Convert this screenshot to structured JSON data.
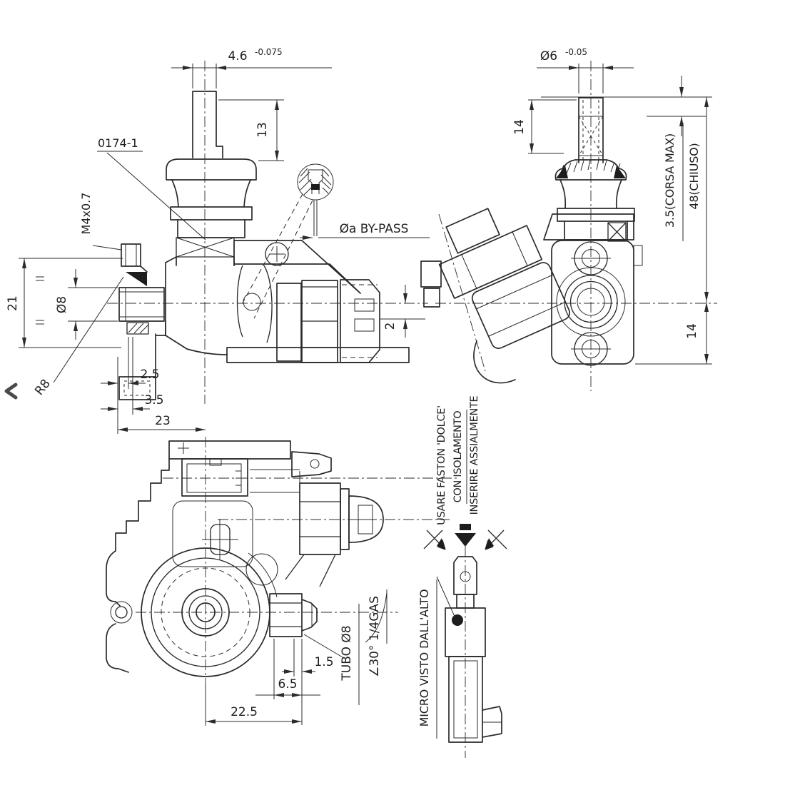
{
  "drawing": {
    "colors": {
      "line": "#2b2b2b",
      "background": "#ffffff"
    },
    "part_label": "0174-1",
    "front_view": {
      "stem_width": "4.6",
      "stem_width_tol": "-0.075",
      "stem_height": "13",
      "thread": "M4x0.7",
      "inlet_diameter": "Ø8",
      "body_height": "21",
      "fillet_radius": "R8",
      "seal_depth": "2.5",
      "groove_depth": "3.5",
      "axis_distance": "23",
      "bypass": "Øa  BY-PASS",
      "outlet_step": "2"
    },
    "side_view": {
      "stem_diameter": "Ø6",
      "stem_diameter_tol": "-0.05",
      "stem_height": "14",
      "travel": "3.5(CORSA MAX)",
      "closed_height": "48(CHIUSO)",
      "flange_offset": "14"
    },
    "top_view": {
      "tip_length": "1.5",
      "thread_length": "6.5",
      "overall_length": "22.5",
      "tube": "TUBO Ø8",
      "gas_thread": "∠30° 1/4GAS"
    },
    "micro_view": {
      "note1": "USARE FASTON 'DOLCE'",
      "note2": "CON ISOLAMENTO",
      "note3": "INSERIRE ASSIALMENTE",
      "caption": "MICRO VISTO DALL'ALTO"
    }
  }
}
